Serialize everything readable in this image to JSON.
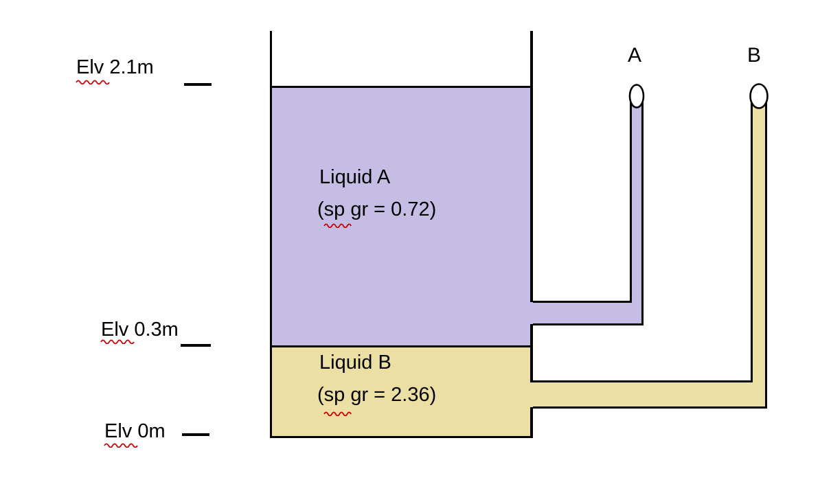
{
  "colors": {
    "background": "#ffffff",
    "outline": "#000000",
    "liquid_a": "#c6bde4",
    "liquid_b": "#ecdfa4",
    "squiggle": "#cc0000"
  },
  "elevations": [
    {
      "label": "Elv 2.1m"
    },
    {
      "label": "Elv 0.3m"
    },
    {
      "label": "Elv 0m"
    }
  ],
  "tank": {
    "liquid_a_name": "Liquid A",
    "liquid_a_spgr": "(sp gr = 0.72)",
    "liquid_b_name": "Liquid B",
    "liquid_b_spgr": "(sp gr = 2.36)"
  },
  "piezometers": {
    "a_label": "A",
    "b_label": "B"
  }
}
